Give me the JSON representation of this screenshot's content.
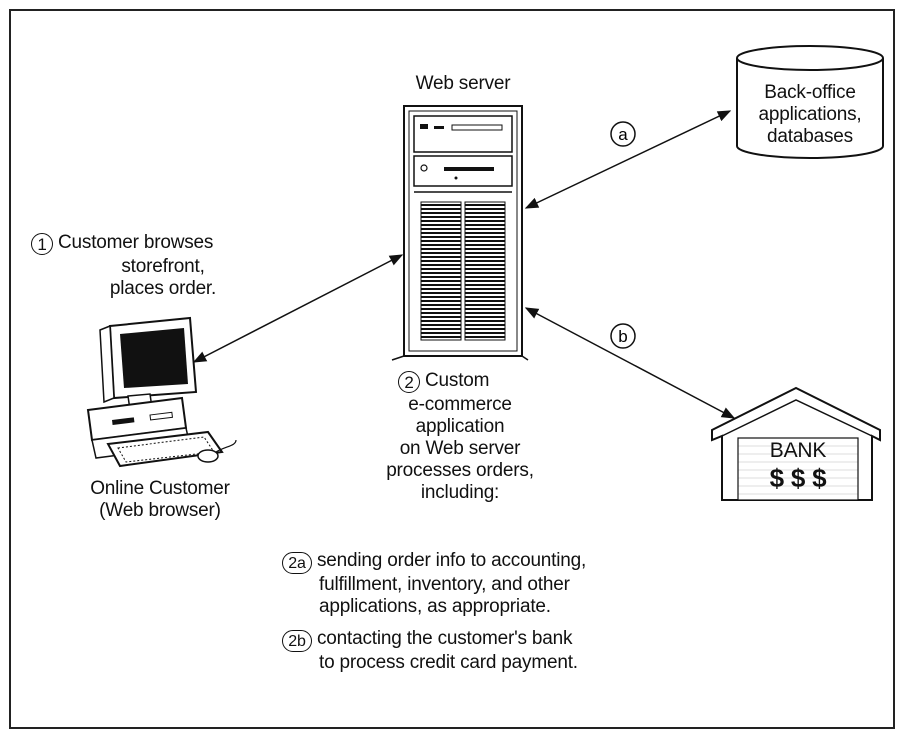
{
  "server": {
    "title": "Web server"
  },
  "database": {
    "line1": "Back-office",
    "line2": "applications,",
    "line3": "databases"
  },
  "bank": {
    "label": "BANK",
    "symbols": "$ $ $"
  },
  "links": {
    "a": "a",
    "b": "b"
  },
  "step1": {
    "badge": "1",
    "line1": "Customer browses",
    "line2": "storefront,",
    "line3": "places order."
  },
  "customer": {
    "line1": "Online Customer",
    "line2": "(Web browser)"
  },
  "step2": {
    "badge": "2",
    "line1": "Custom",
    "line2": "e-commerce",
    "line3": "application",
    "line4": "on Web server",
    "line5": "processes orders,",
    "line6": "including:"
  },
  "step2a": {
    "badge": "2a",
    "line1": "sending order info to accounting,",
    "line2": "fulfillment, inventory, and other",
    "line3": "applications, as appropriate."
  },
  "step2b": {
    "badge": "2b",
    "line1": "contacting the customer's bank",
    "line2": "to process credit card payment."
  }
}
